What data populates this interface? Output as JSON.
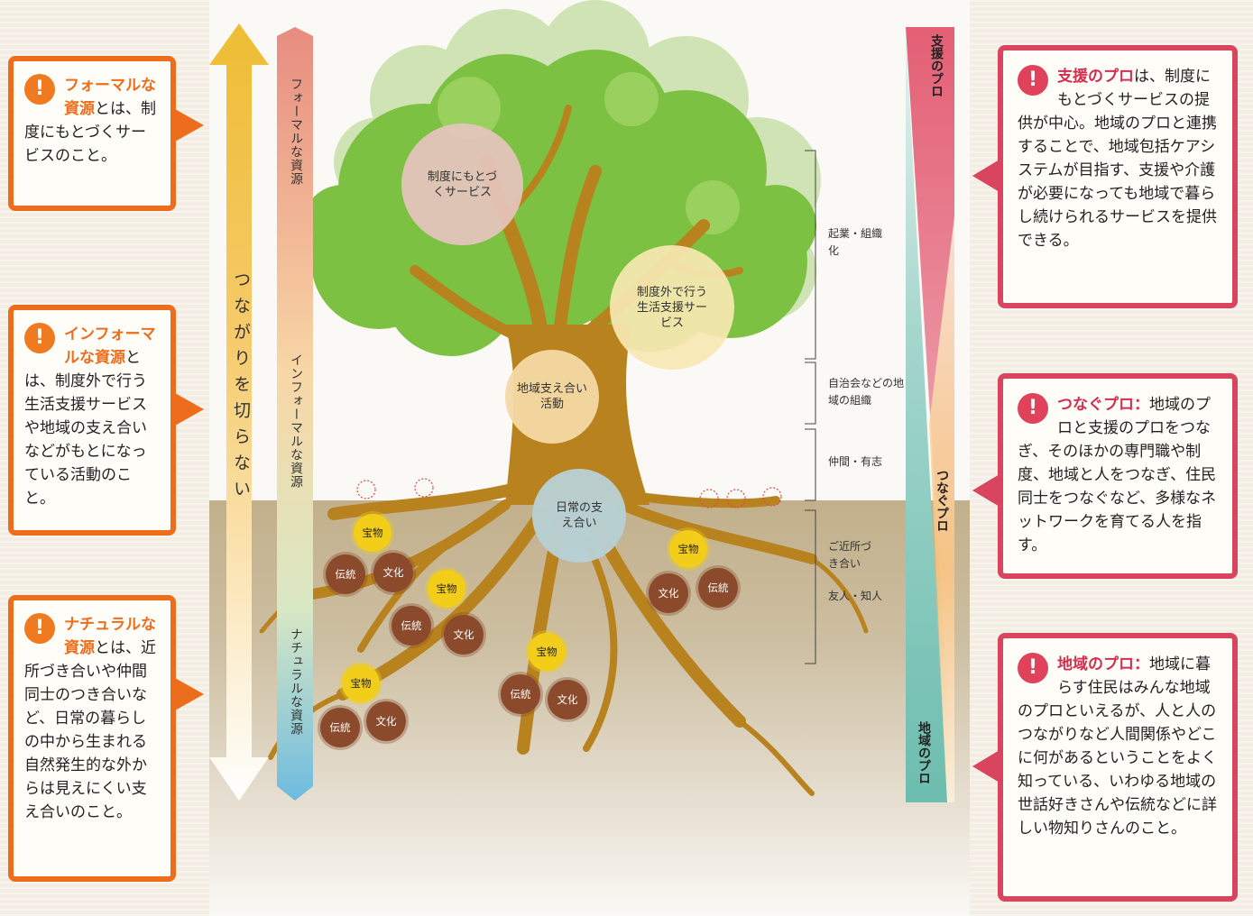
{
  "callouts_left": [
    {
      "highlight": "フォーマルな資源",
      "text": "とは、制度にもとづくサービスのこと。"
    },
    {
      "highlight": "インフォーマルな資源",
      "text": "とは、制度外で行う生活支援サービスや地域の支え合いなどがもとになっている活動のこと。"
    },
    {
      "highlight": "ナチュラルな資源",
      "text": "とは、近所づき合いや仲間同士のつき合いなど、日常の暮らしの中から生まれる自然発生的な外からは見えにくい支え合いのこと。"
    }
  ],
  "callouts_right": [
    {
      "highlight": "支援のプロ",
      "text": "は、制度にもとづくサービスの提供が中心。地域のプロと連携することで、地域包括ケアシステムが目指す、支援や介護が必要になっても地域で暮らし続けられるサービスを提供できる。"
    },
    {
      "highlight": "つなぐプロ：",
      "text": "地域のプロと支援のプロをつなぎ、そのほかの専門職や制度、地域と人をつなぎ、住民同士をつなぐなど、多様なネットワークを育てる人を指す。"
    },
    {
      "highlight": "地域のプロ：",
      "text": "地域に暮らす住民はみんな地域のプロといえるが、人と人のつながりなど人間関係やどこに何があるということをよく知っている、いわゆる地域の世話好きさんや伝統などに詳しい物知りさんのこと。"
    }
  ],
  "arrow_text": "つながりを切らない",
  "resource_bar": {
    "formal": "フォーマルな資源",
    "informal": "インフォーマルな資源",
    "natural": "ナチュラルな資源"
  },
  "tree_circles": {
    "seido": "制度にもとづくサービス",
    "seikatsu": "制度外で行う生活支援サービス",
    "chiiki": "地域支え合い活動",
    "nichijo": "日常の支え合い"
  },
  "root_chips": {
    "treasure": "宝物",
    "tradition": "伝統",
    "culture": "文化"
  },
  "side_labels": {
    "kigyo": "起業・組織化",
    "jichikai": "自治会などの地域の組織",
    "nakama": "仲間・有志",
    "kinjo": "ご近所づき合い",
    "yujin": "友人・知人"
  },
  "pro_labels": {
    "shien": "支援のプロ",
    "tsunagu": "つなぐプロ",
    "chiiki": "地域のプロ"
  },
  "colors": {
    "orange": "#ec6d1c",
    "pink": "#d9445e",
    "leaf": "#7cc142",
    "trunk": "#b8831f"
  }
}
